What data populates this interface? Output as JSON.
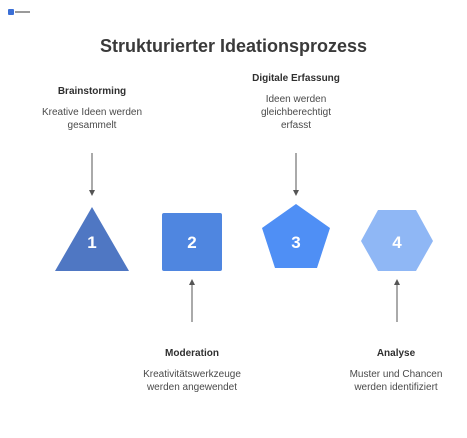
{
  "title": "Strukturierter Ideationsprozess",
  "colors": {
    "step1": "#4f77c3",
    "step2": "#4f86e0",
    "step3": "#4f8ff5",
    "step4": "#8fb7f5",
    "arrow": "#555555"
  },
  "steps": [
    {
      "number": "1",
      "shape": "triangle",
      "heading": "Brainstorming",
      "desc_line1": "Kreative Ideen werden",
      "desc_line2": "gesammelt"
    },
    {
      "number": "2",
      "shape": "square",
      "heading": "Moderation",
      "desc_line1": "Kreativitätswerkzeuge",
      "desc_line2": "werden angewendet"
    },
    {
      "number": "3",
      "shape": "pentagon",
      "heading": "Digitale Erfassung",
      "desc_line1": "Ideen werden",
      "desc_line2": "gleichberechtigt",
      "desc_line3": "erfasst"
    },
    {
      "number": "4",
      "shape": "hexagon",
      "heading": "Analyse",
      "desc_line1": "Muster und Chancen",
      "desc_line2": "werden identifiziert"
    }
  ]
}
